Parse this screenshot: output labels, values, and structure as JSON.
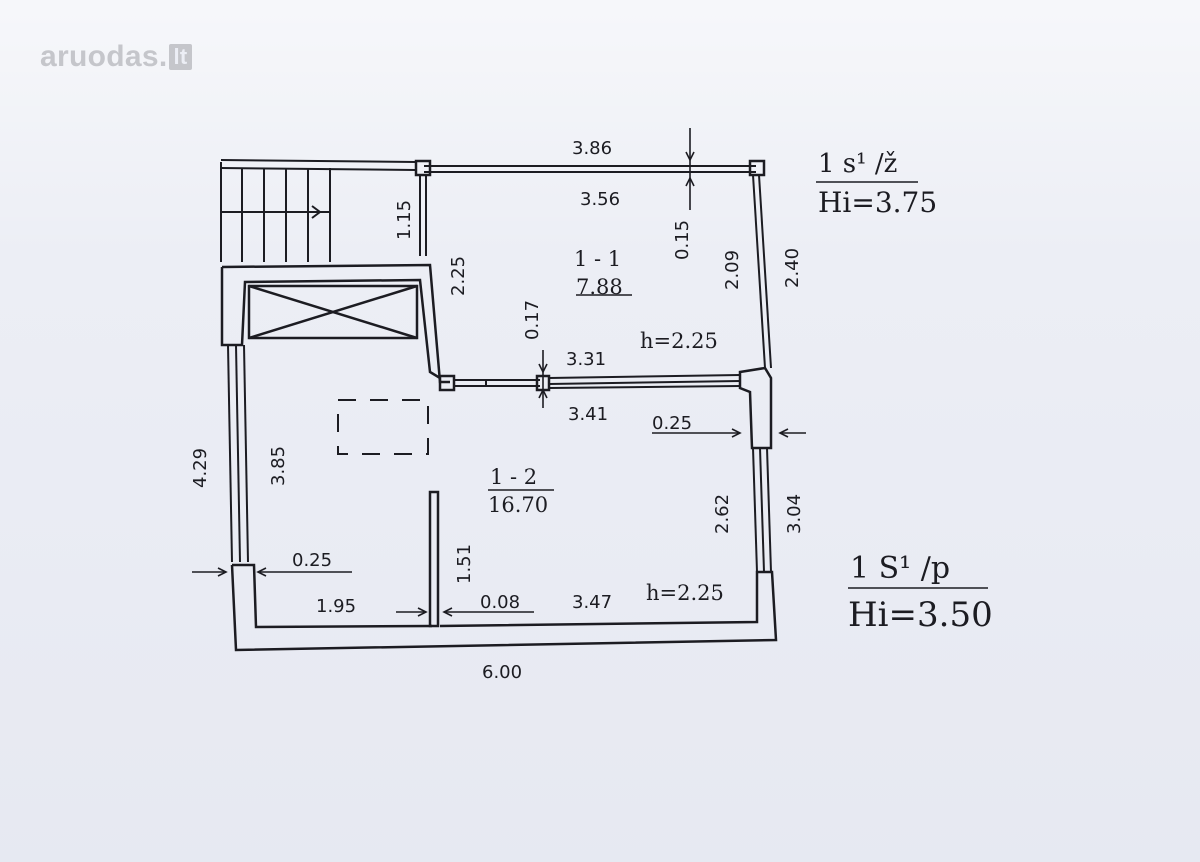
{
  "watermark": {
    "brand": "aruodas",
    "tld": "lt"
  },
  "level_upper": {
    "label": "1 s¹ /ž",
    "height": "Hi=3.75"
  },
  "level_lower": {
    "label": "1 S¹ /p",
    "height": "Hi=3.50"
  },
  "rooms": [
    {
      "id": "1 - 1",
      "area": "7.88",
      "ceiling": "h=2.25"
    },
    {
      "id": "1 - 2",
      "area": "16.70",
      "ceiling": "h=2.25"
    }
  ],
  "dimensions": {
    "top_outer": "3.86",
    "top_inner": "3.56",
    "stair_height": "1.15",
    "wall_025_left": "2.25",
    "gap_015": "0.15",
    "room11_height": "2.09",
    "right_upper": "2.40",
    "gap_017": "0.17",
    "mid_331": "3.31",
    "mid_341": "3.41",
    "wall_025_right": "0.25",
    "left_outer": "4.29",
    "left_inner": "3.85",
    "right_lower_inner": "2.62",
    "right_lower_outer": "3.04",
    "partition_height": "1.51",
    "wall_025_bottom": "0.25",
    "bottom_left": "1.95",
    "partition_thickness": "0.08",
    "bottom_right": "3.47",
    "bottom_outer": "6.00"
  }
}
